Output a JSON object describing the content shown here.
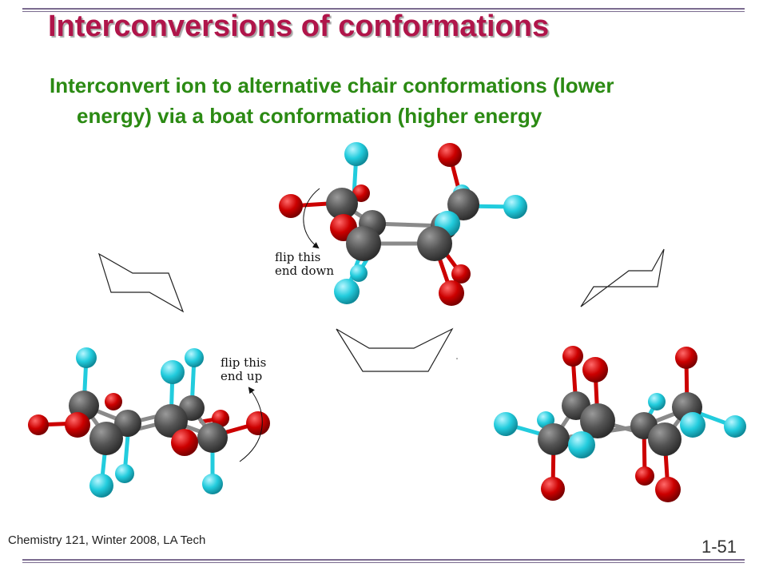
{
  "slide": {
    "title": "Interconversions of conformations",
    "subtitle_line1": "Interconvert ion to alternative chair conformations (lower",
    "subtitle_line2": "energy) via a boat conformation (higher energy",
    "annotations": {
      "flip_down_line1": "flip this",
      "flip_down_line2": "end down",
      "flip_up_line1": "flip this",
      "flip_up_line2": "end up"
    },
    "footer": "Chemistry 121, Winter 2008, LA Tech",
    "page_number": "1-51"
  },
  "colors": {
    "title": "#b0154a",
    "subtitle": "#2b8a13",
    "carbon_atom": "#555555",
    "red_substituent": "#cc0000",
    "cyan_substituent": "#22ccdd",
    "rule": "#7b6b8f"
  },
  "figures": {
    "models": [
      "boat-model",
      "chair-model-left",
      "chair-model-right"
    ],
    "outlines": [
      "chair-outline-left",
      "boat-outline",
      "chair-outline-right"
    ]
  }
}
